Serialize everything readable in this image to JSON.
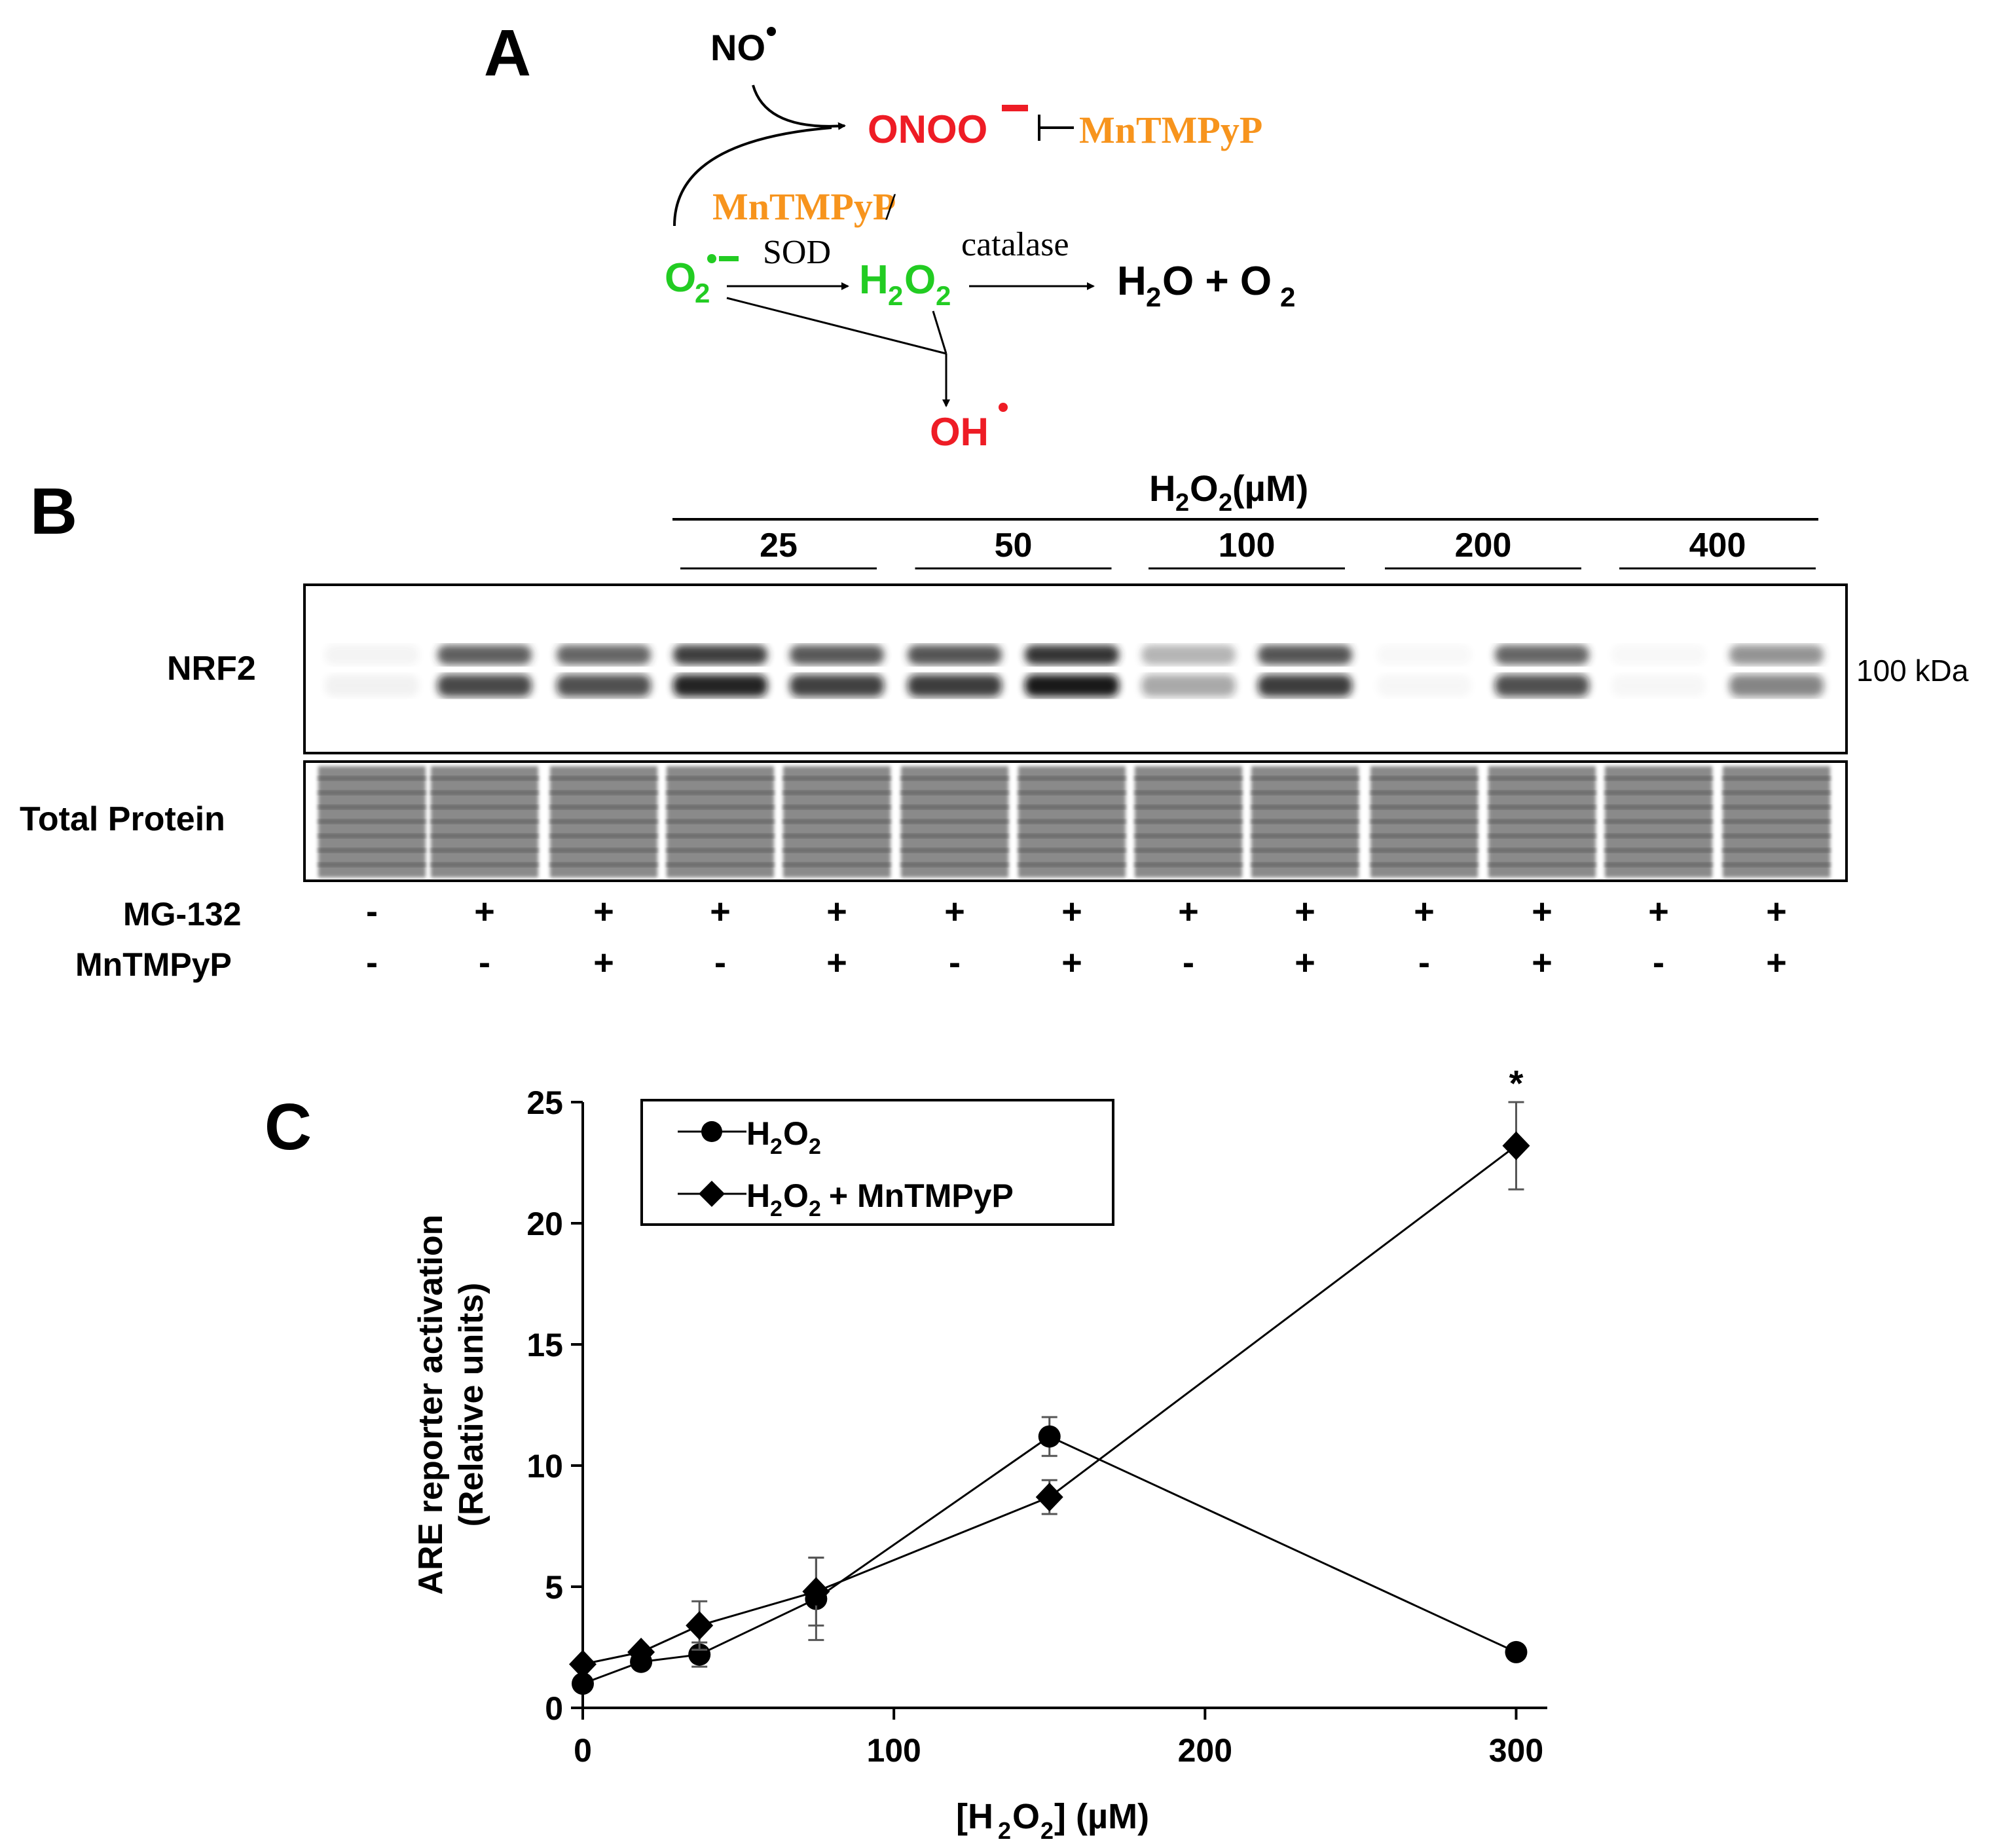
{
  "colors": {
    "red": "#ee1c25",
    "orange": "#f7941d",
    "green": "#22cc22",
    "black": "#000000"
  },
  "panel_a": {
    "label": "A",
    "no": "NO",
    "onoo": "ONOO",
    "mntmpyp_inhibit": "MnTMPyP",
    "mntmpyp_top": "MnTMPyP",
    "slash": "/",
    "sod": "SOD",
    "o2_base": "O",
    "o2_sub": "2",
    "h2o2_h": "H",
    "h2o2_sub1": "2",
    "h2o2_o": "O",
    "h2o2_sub2": "2",
    "catalase": "catalase",
    "product_h": "H",
    "product_sub1": "2",
    "product_o_plus": "O + O",
    "product_sub2": "2",
    "oh": "OH"
  },
  "panel_b": {
    "label": "B",
    "h2o2_header_h": "H",
    "h2o2_header_sub1": "2",
    "h2o2_header_rest": "O",
    "h2o2_header_sub2": "2",
    "h2o2_header_unit": " (µM)",
    "doses": [
      "25",
      "50",
      "100",
      "200",
      "400"
    ],
    "nrf2_label": "NRF2",
    "total_protein_label": "Total Protein",
    "marker_label": "100 kDa",
    "mg132_label": "MG-132",
    "mntmpyp_label": "MnTMPyP",
    "mg132": [
      "-",
      "+",
      "+",
      "+",
      "+",
      "+",
      "+",
      "+",
      "+",
      "+",
      "+",
      "+",
      "+"
    ],
    "mntmpyp": [
      "-",
      "-",
      "+",
      "-",
      "+",
      "-",
      "+",
      "-",
      "+",
      "-",
      "+",
      "-",
      "+"
    ],
    "nrf2_intensity": [
      0.05,
      0.75,
      0.72,
      0.9,
      0.78,
      0.8,
      0.95,
      0.35,
      0.8,
      0.0,
      0.72,
      0.0,
      0.5
    ]
  },
  "panel_c": {
    "label": "C",
    "chart_data": {
      "type": "line",
      "title": "",
      "xlabel_prefix": "[H",
      "xlabel_sub1": "2",
      "xlabel_mid": "O",
      "xlabel_sub2": "2",
      "xlabel_suffix": "] (µM)",
      "ylabel_line1": "ARE reporter activation",
      "ylabel_line2": "(Relative units)",
      "xlim": [
        0,
        310
      ],
      "ylim": [
        0,
        25
      ],
      "xticks": [
        0,
        100,
        200,
        300
      ],
      "yticks": [
        0,
        5,
        10,
        15,
        20,
        25
      ],
      "grid": false,
      "legend_placement": "top-left",
      "series": [
        {
          "name_base": "H",
          "name_sub1": "2",
          "name_mid": "O",
          "name_sub2": "2",
          "name_suffix": "",
          "marker": "circle",
          "x": [
            0,
            18.75,
            37.5,
            75,
            150,
            300
          ],
          "y": [
            1.0,
            1.9,
            2.2,
            4.5,
            11.2,
            2.3
          ],
          "err": [
            0,
            0.2,
            0.5,
            1.7,
            0.8,
            0
          ]
        },
        {
          "name_base": "H",
          "name_sub1": "2",
          "name_mid": "O",
          "name_sub2": "2",
          "name_suffix": " + MnTMPyP",
          "marker": "diamond",
          "x": [
            0,
            18.75,
            37.5,
            75,
            150,
            300
          ],
          "y": [
            1.8,
            2.3,
            3.4,
            4.8,
            8.7,
            23.2
          ],
          "err": [
            0,
            0,
            1.0,
            1.4,
            0.7,
            1.8
          ]
        }
      ],
      "annotations": [
        {
          "text": "*",
          "x": 300,
          "y": 25.8
        }
      ]
    }
  }
}
